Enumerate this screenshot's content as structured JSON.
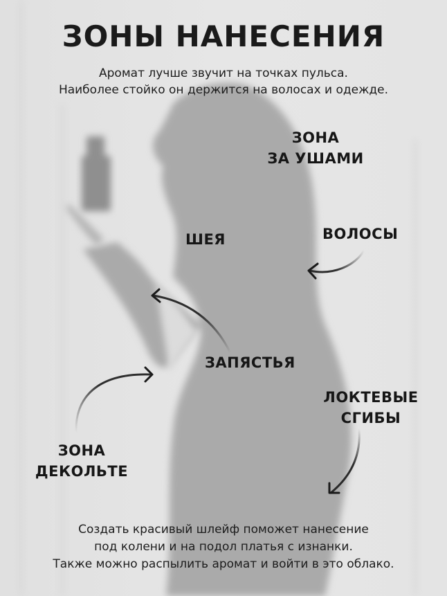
{
  "header": {
    "title": "ЗОНЫ НАНЕСЕНИЯ",
    "subtitle_lines": [
      "Аромат лучше звучит на точках пульса.",
      "Наиболее стойко он держится на волосах и одежде."
    ]
  },
  "zones": {
    "behind_ears": [
      "ЗОНА",
      "ЗА УШАМИ"
    ],
    "neck": [
      "ШЕЯ"
    ],
    "hair": [
      "ВОЛОСЫ"
    ],
    "wrists": [
      "ЗАПЯСТЬЯ"
    ],
    "elbows": [
      "ЛОКТЕВЫЕ",
      "СГИБЫ"
    ],
    "decollete": [
      "ЗОНА",
      "ДЕКОЛЬТЕ"
    ]
  },
  "footer": {
    "lines": [
      "Создать красивый шлейф поможет нанесение",
      "под колени и на подол платья с изнанки.",
      "Также можно распылить аромат и войти в это облако."
    ]
  },
  "colors": {
    "background": "#e3e3e3",
    "silhouette": "#a9a9a9",
    "text": "#1a1a1a"
  }
}
